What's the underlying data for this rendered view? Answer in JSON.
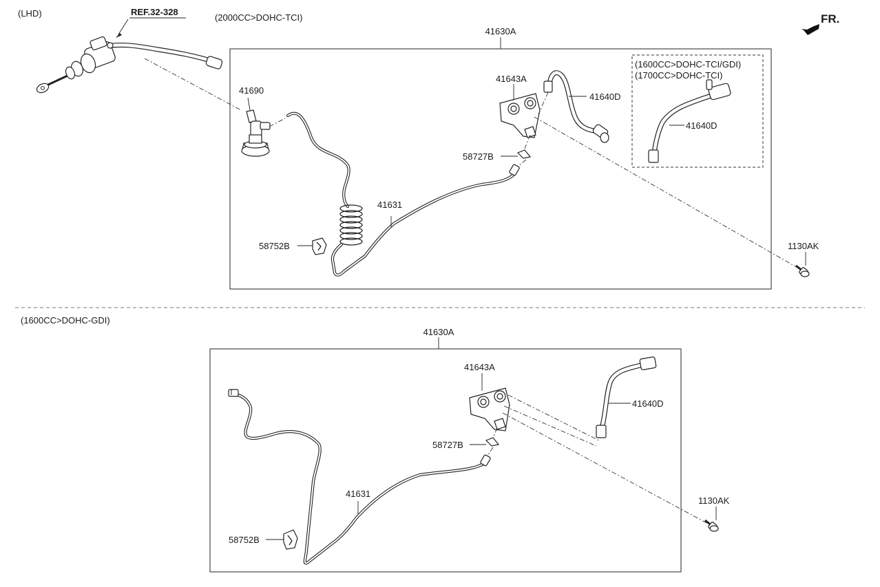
{
  "header": {
    "lhd": "(LHD)",
    "ref": "REF.32-328",
    "variant_top": "(2000CC>DOHC-TCI)",
    "fr": "FR."
  },
  "top_assembly": {
    "assembly_label": "41630A",
    "inset_line1": "(1600CC>DOHC-TCI/GDI)",
    "inset_line2": "(1700CC>DOHC-TCI)",
    "parts": {
      "cylinder": "41690",
      "bracket": "41643A",
      "hose": "41640D",
      "inset_hose": "41640D",
      "clip": "58727B",
      "pipe": "41631",
      "clamp": "58752B",
      "bolt": "1130AK"
    }
  },
  "bottom_assembly": {
    "variant": "(1600CC>DOHC-GDI)",
    "assembly_label": "41630A",
    "parts": {
      "bracket": "41643A",
      "hose": "41640D",
      "clip": "58727B",
      "pipe": "41631",
      "clamp": "58752B",
      "bolt": "1130AK"
    }
  }
}
